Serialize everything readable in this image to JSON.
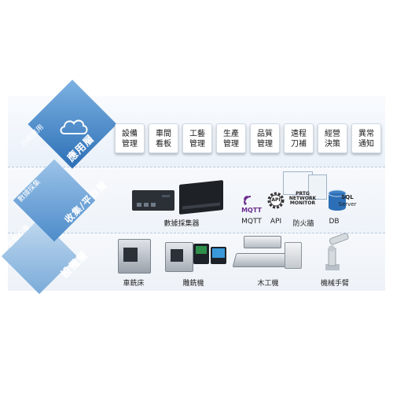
{
  "layers": {
    "app": {
      "small": "功能應用",
      "main": "應用層"
    },
    "collect": {
      "small": "數據採集",
      "main": "收集/平台層"
    },
    "device": {
      "small": "生產設備",
      "main": "設備層"
    }
  },
  "functions": [
    {
      "line1": "設備",
      "line2": "管理"
    },
    {
      "line1": "車間",
      "line2": "看板"
    },
    {
      "line1": "工藝",
      "line2": "管理"
    },
    {
      "line1": "生產",
      "line2": "管理"
    },
    {
      "line1": "品質",
      "line2": "管理"
    },
    {
      "line1": "遠程",
      "line2": "刀補"
    },
    {
      "line1": "經營",
      "line2": "決策"
    },
    {
      "line1": "異常",
      "line2": "通知"
    }
  ],
  "collect": {
    "gateway_label": "數據採集器",
    "mqtt_logo_text": "MQTT",
    "mqtt_label": "MQTT",
    "api_logo_text": "API",
    "api_label": "API",
    "prtg_line1": "PRTG",
    "prtg_line2": "NETWORK",
    "prtg_line3": "MONITOR",
    "firewall_label": "防火牆",
    "sql_text": "SQL",
    "server_text": "Server",
    "db_label": "DB"
  },
  "devices": {
    "lathe_label": "車銑床",
    "engrave_label": "雕銑機",
    "wood_label": "木工機",
    "arm_label": "機械手臂"
  },
  "colors": {
    "primary": "#2c6fb6",
    "mid": "#4d8cca",
    "light": "#7aabd9"
  }
}
